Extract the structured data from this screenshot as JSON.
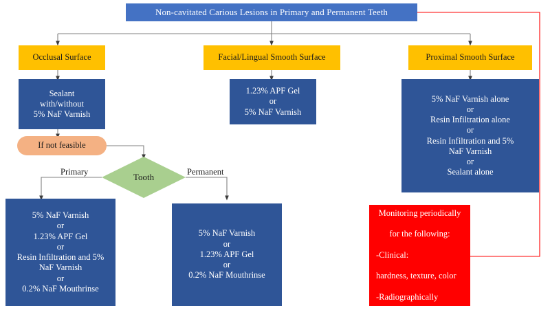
{
  "diagram": {
    "title_node": {
      "label": "Non-cavitated Carious Lesions in Primary and Permanent Teeth"
    },
    "branches": [
      {
        "label": "Occlusal Surface"
      },
      {
        "label": "Facial/Lingual Smooth Surface"
      },
      {
        "label": "Proximal Smooth Surface"
      }
    ],
    "occlusal_treatment": {
      "label": "Sealant\nwith/without\n5% NaF Varnish"
    },
    "not_feasible": {
      "label": "If not feasible"
    },
    "decision": {
      "label": "Tooth",
      "branch_left_label": "Primary",
      "branch_right_label": "Permanent"
    },
    "primary_treatment": {
      "label": "5%  NaF Varnish\nor\n1.23% APF Gel\nor\nResin Infiltration and 5%\nNaF Varnish\nor\n0.2% NaF Mouthrinse"
    },
    "permanent_treatment": {
      "label": "5%  NaF Varnish\nor\n1.23% APF Gel\nor\n0.2% NaF Mouthrinse"
    },
    "facial_lingual_treatment": {
      "label": "1.23% APF Gel\nor\n5% NaF Varnish"
    },
    "proximal_treatment": {
      "label": "5% NaF Varnish alone\nor\nResin Infiltration alone\nor\nResin Infiltration and 5%\nNaF Varnish\nor\nSealant alone"
    },
    "monitoring": {
      "line_1": "Monitoring periodically",
      "line_2": "for the following:",
      "line_3": "-Clinical:",
      "line_4": "hardness, texture, color",
      "line_5": "-Radiographically"
    },
    "colors": {
      "title_blue": "#4472C4",
      "body_blue": "#2F5597",
      "gold": "#FFC000",
      "peach": "#F4B183",
      "green": "#A9CF8F",
      "red": "#FF0000",
      "connector_gray": "#808080",
      "monitor_connector": "#FF0000"
    }
  }
}
